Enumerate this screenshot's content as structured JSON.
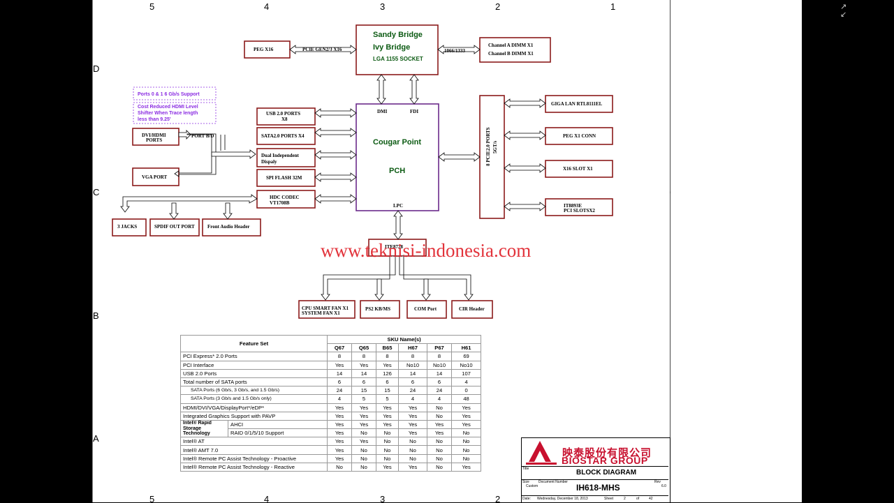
{
  "grid": {
    "columns": [
      "5",
      "4",
      "3",
      "2",
      "1"
    ],
    "rows": [
      "D",
      "C",
      "B",
      "A"
    ]
  },
  "watermark": "www.teknisi-indonesia.com",
  "cpu": {
    "line1": "Sandy Bridge",
    "line2": "Ivy Bridge",
    "line3": "LGA 1155 SOCKET"
  },
  "pch": {
    "line1": "Cougar Point",
    "line2": "PCH"
  },
  "pch_labels": {
    "dmi": "DMI",
    "fdi": "FDI",
    "lpc": "LPC"
  },
  "blocks": {
    "peg_x16": "PEG X16",
    "pcie_gen": "PCIE GEN2/3 X16",
    "mem_speed": "1066/1333",
    "dimm_a": "Channel A DIMM X1",
    "dimm_b": "Channel B DIMM X1",
    "usb_1": "USB 2.0 PORTS",
    "usb_2": "X8",
    "sata": "SATA2.0 PORTS X4",
    "dual_1": "Dual Independent",
    "dual_2": "Dispaly",
    "spi": "SPI FLASH 32M",
    "hdc_1": "HDC CODEC",
    "hdc_2": "VT1708B",
    "dvi_1": "DVI/HDMI",
    "dvi_2": "PORTS",
    "port_bd": "PORT B/D",
    "vga": "VGA PORT",
    "jacks": "3 JACKS",
    "spdif": "SPDIF OUT PORT",
    "front_audio": "Front Audio Header",
    "pcie_ports_1": "8 PCIE2.0 PORTS",
    "pcie_ports_2": "5GT/s",
    "lan": "GIGA LAN RTL8111EL",
    "peg_x1": "PEG X1 CONN",
    "x16_slot": "X16 SLOT X1",
    "it8893_1": "IT8893E",
    "it8893_2": "PCI SLOTSX2",
    "ite": "ITE8728",
    "cpu_fan_1": "CPU SMART FAN X1",
    "cpu_fan_2": "SYSTEM FAN X1",
    "ps2": "PS2 KB/MS",
    "com": "COM Port",
    "cir": "CIR Header"
  },
  "notes": {
    "ports_support": "Ports 0 & 1 6 Gb/s Support",
    "hdmi_1": "Cost Reduced HDMI Level",
    "hdmi_2": "Shifter When Trace length",
    "hdmi_3": "less than 9.25'"
  },
  "table": {
    "feature_header": "Feature Set",
    "sku_header": "SKU Name(s)",
    "skus": [
      "Q67",
      "Q65",
      "B65",
      "H67",
      "P67",
      "H61"
    ],
    "rows": [
      {
        "label": "PCI Express* 2.0 Ports",
        "values": [
          "8",
          "8",
          "8",
          "8",
          "8",
          "69"
        ]
      },
      {
        "label": "PCI Interface",
        "values": [
          "Yes",
          "Yes",
          "Yes",
          "No10",
          "No10",
          "No10"
        ]
      },
      {
        "label": "USB 2.0 Ports",
        "values": [
          "14",
          "14",
          "126",
          "14",
          "14",
          "107"
        ]
      },
      {
        "label": "Total number of SATA ports",
        "values": [
          "6",
          "6",
          "6",
          "6",
          "6",
          "4"
        ]
      },
      {
        "label": "SATA Ports (6 Gb/s, 3 Gb/s, and 1.5 Gb/s)",
        "values": [
          "24",
          "15",
          "15",
          "24",
          "24",
          "0"
        ]
      },
      {
        "label": "SATA Ports (3 Gb/s and 1.5 Gb/s only)",
        "values": [
          "4",
          "5",
          "5",
          "4",
          "4",
          "48"
        ]
      },
      {
        "label": "HDMI/DVI/VGA/DisplayPort*/eDP*",
        "values": [
          "Yes",
          "Yes",
          "Yes",
          "Yes",
          "No",
          "Yes"
        ]
      },
      {
        "label": "Integrated Graphics Support with PAVP",
        "values": [
          "Yes",
          "Yes",
          "Yes",
          "Yes",
          "No",
          "Yes"
        ]
      },
      {
        "label": "AHCI",
        "values": [
          "Yes",
          "Yes",
          "Yes",
          "Yes",
          "Yes",
          "Yes"
        ]
      },
      {
        "label": "RAID 0/1/5/10 Support",
        "values": [
          "Yes",
          "No",
          "No",
          "Yes",
          "Yes",
          "No"
        ]
      },
      {
        "label": "Intel® AT",
        "values": [
          "Yes",
          "Yes",
          "No",
          "No",
          "No",
          "No"
        ]
      },
      {
        "label": "Intel® AMT 7.0",
        "values": [
          "Yes",
          "No",
          "No",
          "No",
          "No",
          "No"
        ]
      },
      {
        "label": "Intel® Remote PC Assist Technology - Proactive",
        "values": [
          "Yes",
          "No",
          "No",
          "No",
          "No",
          "No"
        ]
      },
      {
        "label": "Intel® Remote PC Assist Technology - Reactive",
        "values": [
          "No",
          "No",
          "Yes",
          "Yes",
          "No",
          "Yes"
        ]
      }
    ],
    "rst_label_1": "Intel® Rapid",
    "rst_label_2": "Storage",
    "rst_label_3": "Technology"
  },
  "title_block": {
    "company_cn": "映泰股份有限公司",
    "company_en": "BIOSTAR GROUP",
    "title_lbl": "Title",
    "title": "BLOCK DIAGRAM",
    "size_lbl": "Size",
    "size": "Custom",
    "docnum_lbl": "Document Number",
    "doc": "IH618-MHS",
    "rev_lbl": "Rev",
    "rev": "6.0",
    "date_lbl": "Date:",
    "date": "Wednesday, December 18, 2013",
    "sheet_lbl": "Sheet",
    "sheet": "2",
    "of_lbl": "of",
    "of": "42"
  },
  "colors": {
    "box": "#8b1a1a",
    "accent": "#c8102e",
    "green": "#0b5a12",
    "note": "#8a2be2"
  }
}
